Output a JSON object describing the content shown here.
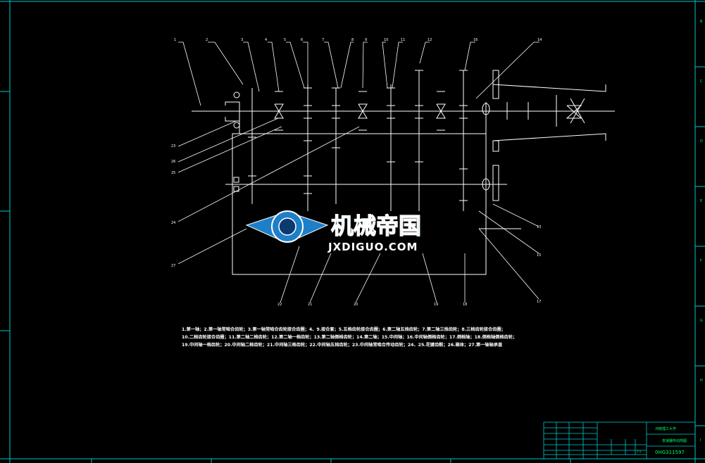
{
  "diagram": {
    "part_labels": [
      "1",
      "2",
      "3",
      "4",
      "5",
      "6",
      "7",
      "8",
      "9",
      "10",
      "11",
      "12",
      "13",
      "14",
      "15",
      "16",
      "17",
      "18",
      "19",
      "20",
      "21",
      "22",
      "23",
      "24",
      "25",
      "26",
      "27"
    ],
    "border_letters_right": [
      "B",
      "C",
      "D",
      "E",
      "F",
      "G",
      "H",
      "I"
    ],
    "watermark": {
      "cn": "机械帝国",
      "en": "JXDIGUO.COM"
    },
    "legend_lines": [
      "1.第一轴；2.第一轴常啮合齿轮；3.第一轴常啮合齿轮接合齿圈；4、9.接合套；5.五档齿轮接合齿圈；6.第二轴五挡齿轮；7.第二轴三挡齿轮；8.三档齿轮接合齿圈；",
      "10.二档齿轮接合齿圈；11.第二轴二档齿轮；12.第二轴一档齿轮；13.第二轴倒档齿轮；14.第二轴；15.中间轴；16.中间轴倒档齿轮；17.倒档轴；18.倒档轴倒档齿轮；",
      "19.中间轴一档齿轮；20.中间轴二档齿轮；21.中间轴三档齿轮；22.中间轴五挡齿轮；23.中间轴常啮合传动齿轮；24、25.花键齿毂；26.箱体；27.第一轴轴承盖"
    ],
    "title_block": {
      "school": "河南理工大学",
      "drawing_title": "变速器传动简图",
      "drawing_number": "0HG311597",
      "scale": "1:1"
    }
  },
  "colors": {
    "background": "#000000",
    "lines": "#ffffff",
    "border": "#00c8c8",
    "title_text": "#00ff66",
    "watermark_blue": "#1e7fc8"
  }
}
